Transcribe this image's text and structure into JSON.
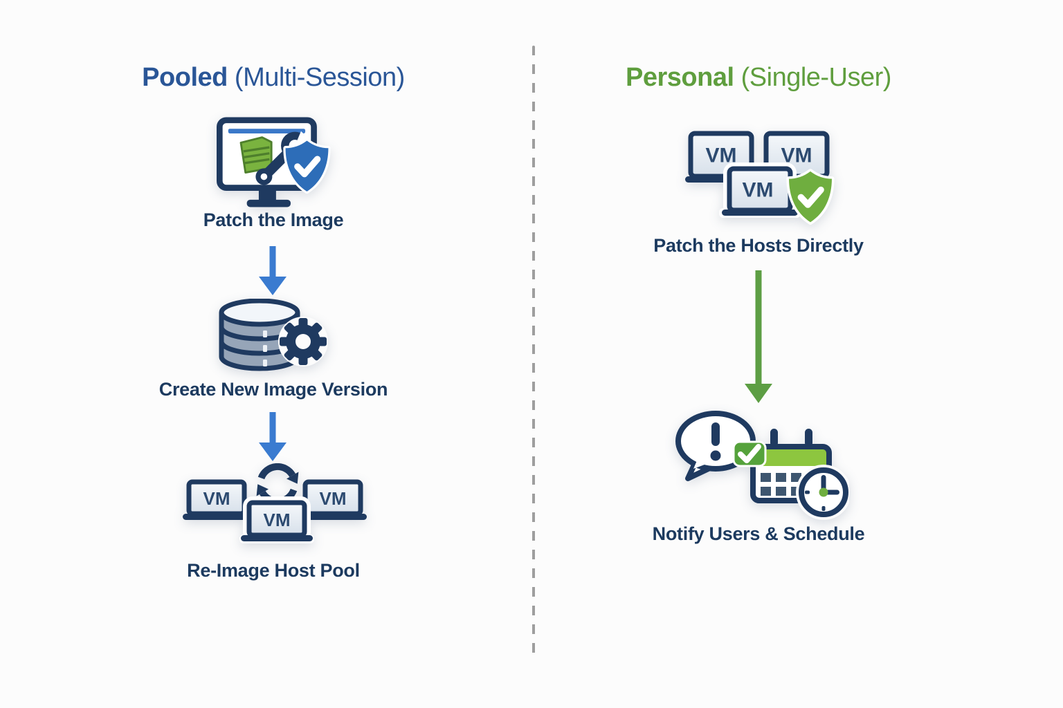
{
  "diagram": {
    "left": {
      "title_bold": "Pooled",
      "title_rest": " (Multi-Session)",
      "accent_color": "#2a5697",
      "arrow_color": "#3a7bd0",
      "vm_label": "VM",
      "steps": [
        {
          "label": "Patch the Image",
          "icon": "monitor-patch-shield"
        },
        {
          "label": "Create New Image Version",
          "icon": "database-gear"
        },
        {
          "label": "Re-Image Host Pool",
          "icon": "vm-pool-refresh"
        }
      ]
    },
    "right": {
      "title_bold": "Personal",
      "title_rest": " (Single-User)",
      "accent_color": "#5f9e3e",
      "arrow_color": "#5d9e44",
      "vm_label": "VM",
      "steps": [
        {
          "label": "Patch the Hosts Directly",
          "icon": "vm-hosts-shield"
        },
        {
          "label": "Notify Users & Schedule",
          "icon": "notify-calendar-clock"
        }
      ]
    },
    "colors": {
      "navy_outline": "#1f3a60",
      "label_text": "#1c3a5f",
      "title_blue": "#2a5697",
      "title_green": "#5f9e3e",
      "arrow_blue": "#3a7bd0",
      "arrow_green": "#5d9e44",
      "shield_blue": "#2d6db8",
      "shield_green": "#6fae3f",
      "calendar_green": "#8dc63f",
      "check_badge_green": "#55a23b",
      "patch_stack_green": "#7ab33f",
      "database_fill": "#96a5b8",
      "laptop_screen_top": "#f5f8fb",
      "laptop_screen_bottom": "#d7e0ea",
      "divider_gray": "#9e9e9e",
      "background": "#fcfcfc"
    }
  }
}
